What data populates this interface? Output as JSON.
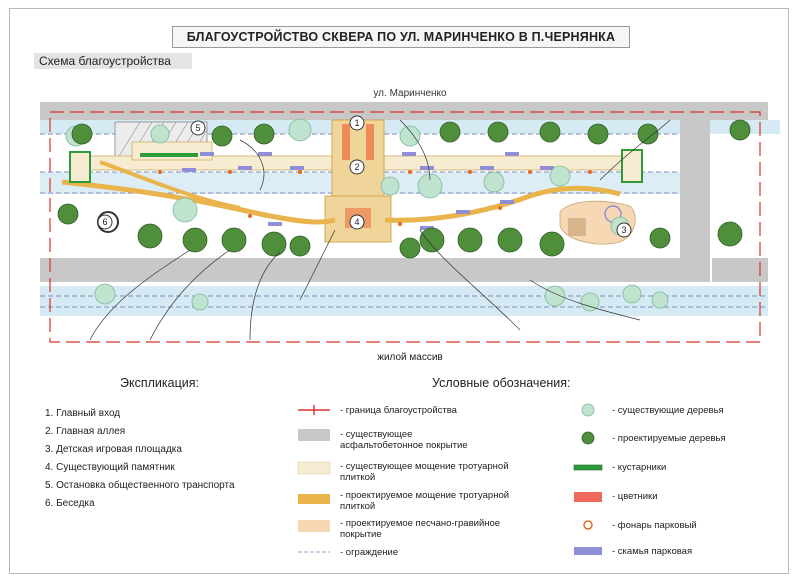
{
  "title": "БЛАГОУСТРОЙСТВО СКВЕРА ПО УЛ. МАРИНЧЕНКО В П.ЧЕРНЯНКА",
  "scheme_label": "Схема благоустройства",
  "plan": {
    "street_label": "ул. Маринченко",
    "residential_label": "жилой массив",
    "markers": [
      "1",
      "2",
      "3",
      "4",
      "5",
      "6"
    ]
  },
  "explication": {
    "heading": "Экспликация:",
    "items": [
      "1. Главный вход",
      "2. Главная аллея",
      "3. Детская игровая площадка",
      "4. Существующий памятник",
      "5. Остановка общественного транспорта",
      "6. Беседка"
    ]
  },
  "legend": {
    "heading": "Условные обозначения:",
    "left": [
      {
        "text": "- граница благоустройства",
        "symbol": "boundary"
      },
      {
        "text": "- существующее асфальтобетонное покрытие",
        "symbol": "asphalt"
      },
      {
        "text": "- существующее мощение тротуарной плиткой",
        "symbol": "tile-existing"
      },
      {
        "text": "- проектируемое мощение тротуарной плиткой",
        "symbol": "tile-projected"
      },
      {
        "text": "- проектируемое песчано-гравийное покрытие",
        "symbol": "sand-gravel"
      },
      {
        "text": "- ограждение",
        "symbol": "fence"
      }
    ],
    "right": [
      {
        "text": "- существующие деревья",
        "symbol": "tree-existing"
      },
      {
        "text": "- проектируемые деревья",
        "symbol": "tree-projected"
      },
      {
        "text": "- кустарники",
        "symbol": "shrubs"
      },
      {
        "text": "- цветники",
        "symbol": "flowerbeds"
      },
      {
        "text": "- фонарь парковый",
        "symbol": "lamp"
      },
      {
        "text": "- скамья парковая",
        "symbol": "bench"
      }
    ]
  },
  "colors": {
    "boundary": "#d9342b",
    "asphalt": "#c8c8c8",
    "tile_existing": "#f7ecd2",
    "tile_projected": "#e9b44c",
    "sand_gravel": "#f6d9b4",
    "fence": "#9aa6c8",
    "tree_existing": "#bfe3cf",
    "tree_projected": "#4f8f3c",
    "shrubs": "#2f9a3a",
    "flowerbeds": "#ef6a5a",
    "lamp": "#e36a1e",
    "bench": "#8f8fd8",
    "strip_blue": "#d6eaf3"
  }
}
